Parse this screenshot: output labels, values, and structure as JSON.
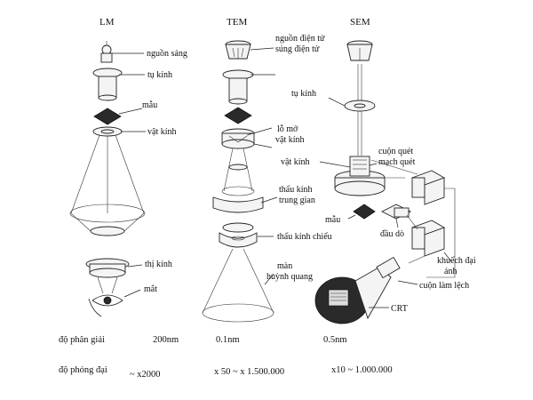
{
  "columns": {
    "lm": "LM",
    "tem": "TEM",
    "sem": "SEM"
  },
  "lm_labels": {
    "source": "nguồn sáng",
    "condenser": "tụ kính",
    "sample": "mẫu",
    "objective": "vật kính",
    "eyepiece": "thị kính",
    "eye": "mắt"
  },
  "tem_labels": {
    "gun_line1": "nguồn điện tử",
    "gun_line2": "súng điện tử",
    "aperture_line1": "lỗ mở",
    "aperture_line2": "vật kính",
    "intermediate_line1": "thấu kính",
    "intermediate_line2": "trung gian",
    "projector": "thấu kính chiếu",
    "screen_line1": "màn",
    "screen_line2": "huỳnh quang"
  },
  "sem_labels": {
    "condenser": "tụ kính",
    "objective": "vật kính",
    "scan_coil_line1": "cuộn quét",
    "scan_coil_line2": "mạch quét",
    "sample": "mẫu",
    "probe": "đầu dò",
    "amplifier_line1": "khuếch đại",
    "amplifier_line2": "ảnh",
    "deflection_coil": "cuộn làm lệch",
    "crt": "CRT"
  },
  "resolution": {
    "label": "độ phân giải",
    "lm": "200nm",
    "tem": "0.1nm",
    "sem": "0.5nm"
  },
  "magnification": {
    "label": "độ phóng đại",
    "lm": "~ x2000",
    "tem": "x 50 ~ x 1.500.000",
    "sem": "x10 ~ 1.000.000"
  }
}
